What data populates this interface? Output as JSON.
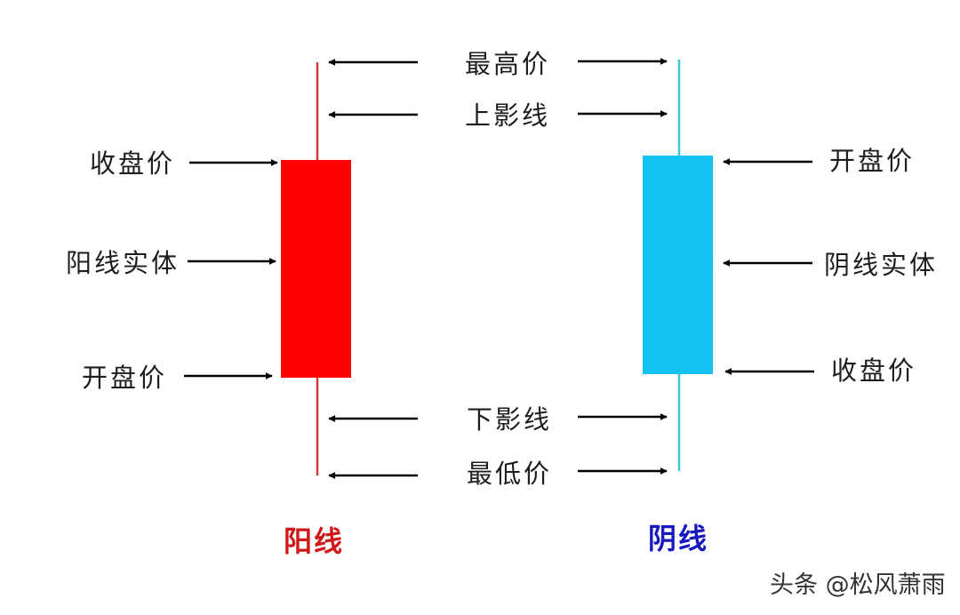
{
  "colors": {
    "bullish": "#ff0000",
    "bullish_wick": "#d23a3a",
    "bearish": "#12c3f2",
    "bearish_wick": "#3ec8dc",
    "arrow": "#000000",
    "bullish_title": "#d01818",
    "bearish_title": "#1818c0"
  },
  "center_labels": {
    "high": "最高价",
    "upper_shadow": "上影线",
    "lower_shadow": "下影线",
    "low": "最低价"
  },
  "bullish": {
    "title": "阳线",
    "close_label": "收盘价",
    "body_label": "阳线实体",
    "open_label": "开盘价"
  },
  "bearish": {
    "title": "阴线",
    "open_label": "开盘价",
    "body_label": "阴线实体",
    "close_label": "收盘价"
  },
  "watermark": "头条 @松风萧雨"
}
